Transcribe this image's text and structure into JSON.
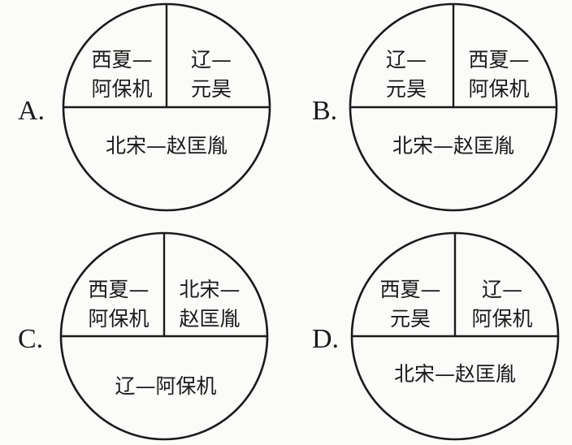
{
  "options": [
    {
      "letter": "A.",
      "top_left": [
        "西夏—",
        "阿保机"
      ],
      "top_right": [
        "辽—",
        "元昊"
      ],
      "bottom": "北宋—赵匡胤"
    },
    {
      "letter": "B.",
      "top_left": [
        "辽—",
        "元昊"
      ],
      "top_right": [
        "西夏—",
        "阿保机"
      ],
      "bottom": "北宋—赵匡胤"
    },
    {
      "letter": "C.",
      "top_left": [
        "西夏—",
        "阿保机"
      ],
      "top_right": [
        "北宋—",
        "赵匡胤"
      ],
      "bottom": "辽—阿保机"
    },
    {
      "letter": "D.",
      "top_left": [
        "西夏—",
        "元昊"
      ],
      "top_right": [
        "辽—",
        "阿保机"
      ],
      "bottom": "北宋—赵匡胤"
    }
  ]
}
